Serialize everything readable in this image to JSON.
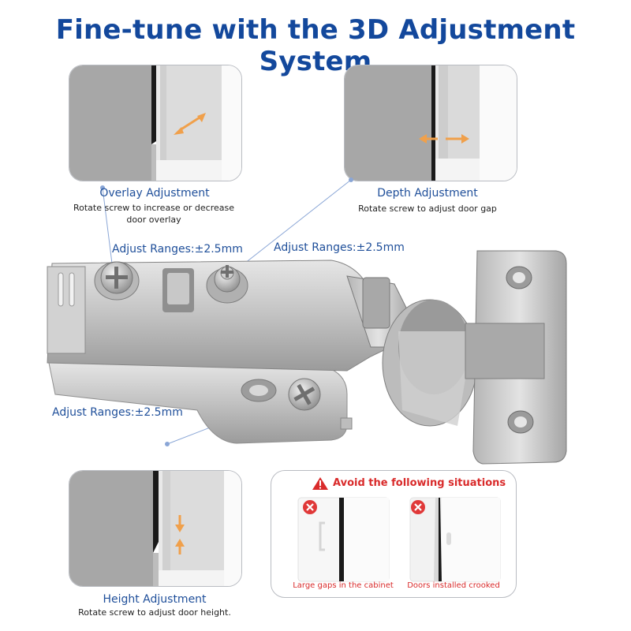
{
  "title": "Fine-tune with the 3D Adjustment System",
  "overlay": {
    "title": "Overlay Adjustment",
    "desc_line1": "Rotate screw to increase or decrease",
    "desc_line2": "door overlay",
    "range": "Adjust Ranges:±2.5mm"
  },
  "depth": {
    "title": "Depth Adjustment",
    "desc": "Rotate screw to adjust door gap",
    "range": "Adjust Ranges:±2.5mm"
  },
  "height": {
    "title": "Height Adjustment",
    "desc": "Rotate screw to adjust door height.",
    "range": "Adjust Ranges:±2.5mm"
  },
  "avoid": {
    "title": "Avoid the following situations",
    "case1": "Large gaps in the cabinet",
    "case2": "Doors installed crooked"
  },
  "colors": {
    "title_blue": "#13489c",
    "label_blue": "#1f4f9a",
    "warning_red": "#d92b2b",
    "arrow_orange": "#f0a04b"
  },
  "icons": {
    "warning": "warning-triangle-icon",
    "error": "x-circle-icon"
  }
}
